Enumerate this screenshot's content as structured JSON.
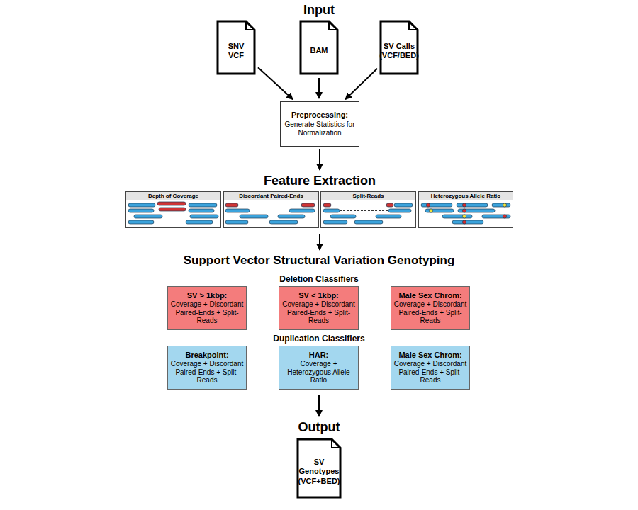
{
  "diagram": {
    "nodes": [
      {
        "text": [
          "SNV VCF"
        ]
      },
      {
        "text": [
          "BAM"
        ]
      },
      {
        "text": [
          "SV Calls (VCF/BED)"
        ]
      },
      {
        "text": [
          "Preprocessing:",
          "Generate Statistics for Normalization"
        ]
      },
      {
        "text": [
          "Feature Extraction"
        ]
      },
      {
        "text": [
          "Depth of Coverage"
        ],
        "in": 4
      },
      {
        "text": [
          "Discordant Paired-Ends"
        ],
        "in": 4
      },
      {
        "text": [
          "Split-Reads"
        ],
        "in": 4
      },
      {
        "text": [
          "Heterozygous Allele Ratio"
        ],
        "in": 4
      },
      {
        "text": [
          "Support Vector Structural Variation Genotyping"
        ]
      },
      {
        "text": [
          "SV > 1kbp:",
          "Coverage + Discordant Paired-Ends + Split-Reads"
        ],
        "in": 9
      },
      {
        "text": [
          "SV < 1kbp:",
          "Coverage + Discordant Paired-Ends + Split-Reads"
        ],
        "in": 9
      },
      {
        "text": [
          "Male Sex Chrom:",
          "Coverage + Discordant Paired-Ends + Split-Reads"
        ],
        "in": 9
      },
      {
        "text": [
          "Breakpoint:",
          "Coverage + Discordant Paired-Ends + Split-Reads"
        ],
        "in": 9
      },
      {
        "text": [
          "HAR:",
          "Coverage + Heterozygous Allele Ratio"
        ],
        "in": 9
      },
      {
        "text": [
          "Male Sex Chrom:",
          "Coverage + Discordant Paired-Ends + Split-Reads"
        ],
        "in": 9
      },
      {
        "text": [
          "Output",
          "SV Genotypes (VCF+BED)"
        ]
      }
    ],
    "edges": [
      {
        "from": 0,
        "to": 3,
        "arrow": "to"
      },
      {
        "from": 1,
        "to": 3,
        "arrow": "to"
      },
      {
        "from": 2,
        "to": 3,
        "arrow": "to"
      },
      {
        "from": 3,
        "to": 4,
        "arrow": "to"
      },
      {
        "from": 4,
        "to": 9,
        "arrow": "to"
      },
      {
        "from": 9,
        "to": 16,
        "arrow": "to"
      }
    ],
    "labels": [
      "Input",
      "Deletion Classifiers",
      "Duplication Classifiers"
    ]
  }
}
